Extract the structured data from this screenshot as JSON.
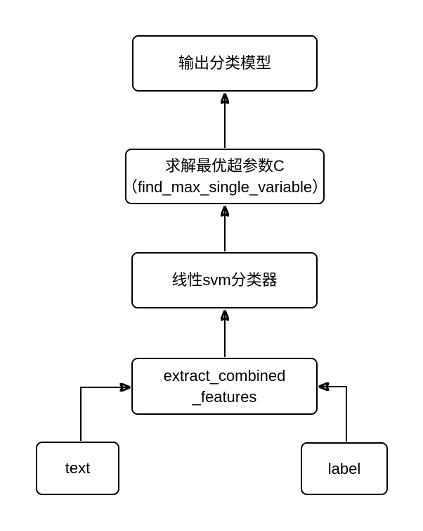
{
  "diagram": {
    "background_color": "#ffffff",
    "node_fill_color": "#ffffff",
    "node_border_color": "#000000",
    "arrow_color": "#000000",
    "nodes": [
      {
        "id": "output-model",
        "lines": [
          "输出分类模型"
        ]
      },
      {
        "id": "find-max-hyperparameter-c",
        "lines": [
          "求解最优超参数C",
          "（find_max_single_variable）"
        ]
      },
      {
        "id": "linear-svm-classifier",
        "lines": [
          "线性svm分类器"
        ]
      },
      {
        "id": "extract-combined-features",
        "lines": [
          "extract_combined",
          "_features"
        ]
      },
      {
        "id": "text-input",
        "lines": [
          "text"
        ]
      },
      {
        "id": "label-input",
        "lines": [
          "label"
        ]
      }
    ],
    "edges": [
      {
        "from": "find-max-hyperparameter-c",
        "to": "output-model"
      },
      {
        "from": "linear-svm-classifier",
        "to": "find-max-hyperparameter-c"
      },
      {
        "from": "extract-combined-features",
        "to": "linear-svm-classifier"
      },
      {
        "from": "text-input",
        "to": "extract-combined-features"
      },
      {
        "from": "label-input",
        "to": "extract-combined-features"
      }
    ]
  }
}
